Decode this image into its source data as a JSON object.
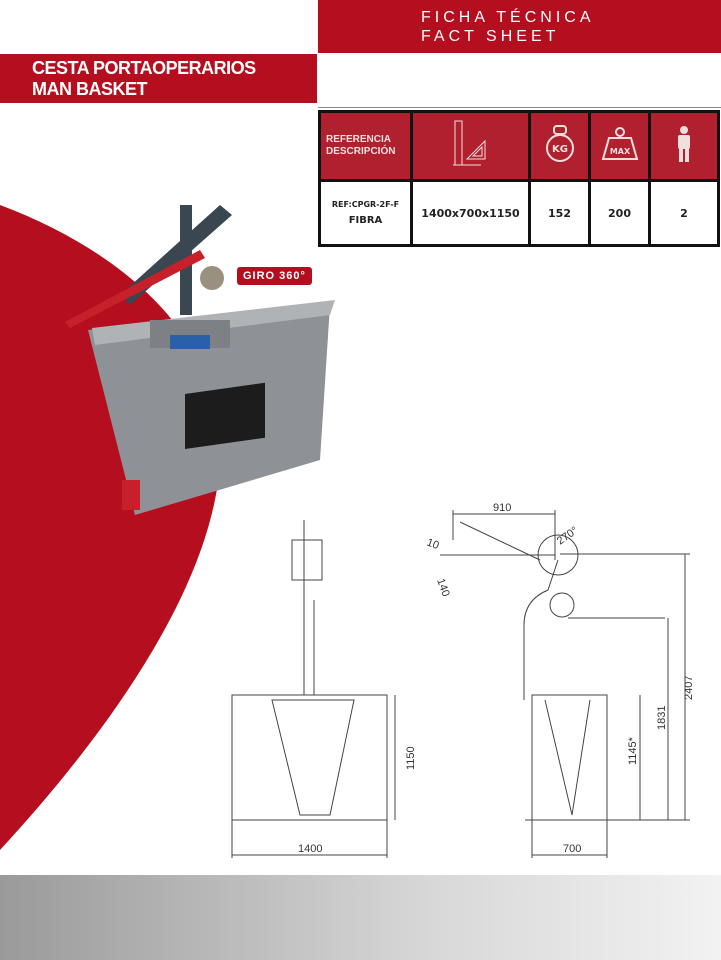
{
  "header": {
    "line1": "FICHA TÉCNICA",
    "line2": "FACT SHEET"
  },
  "title": {
    "line1": "CESTA PORTAOPERARIOS",
    "line2": "MAN BASKET"
  },
  "table": {
    "header_label1": "REFERENCIA",
    "header_label2": "DESCRIPCIÓN",
    "icons": [
      "dimensions-icon",
      "weight-kg-icon",
      "max-load-icon",
      "person-icon"
    ],
    "kg_label": "KG",
    "max_label": "MAX",
    "row": {
      "ref": "REF:CPGR-2F-F",
      "material": "FIBRA",
      "dimensions": "1400x700x1150",
      "weight": "152",
      "max_load": "200",
      "persons": "2"
    }
  },
  "badge": "GIRO 360°",
  "drawing": {
    "front_width": "1400",
    "front_height": "1150",
    "side_depth": "700",
    "arm_reach": "910",
    "angle": "270°",
    "d10": "10",
    "d140": "140",
    "h1145": "1145*",
    "h1831": "1831",
    "h2407": "2407"
  },
  "colors": {
    "brand": "#b50e1f"
  }
}
